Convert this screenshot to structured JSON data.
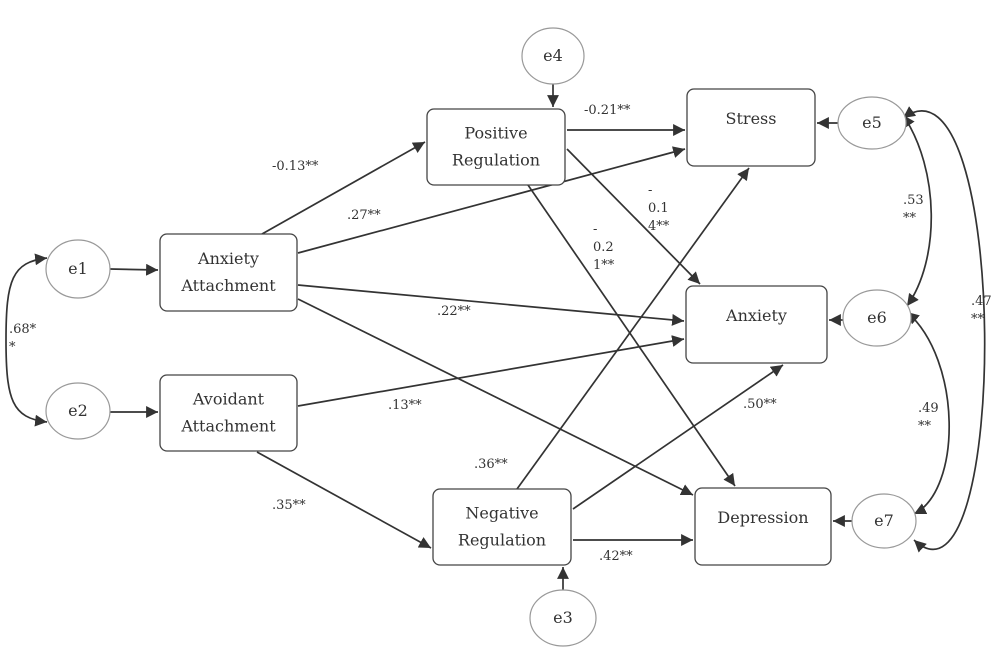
{
  "nodes": {
    "positive_regulation": [
      "Positive",
      "Regulation"
    ],
    "negative_regulation": [
      "Negative",
      "Regulation"
    ],
    "anxiety_attachment": [
      "Anxiety",
      "Attachment"
    ],
    "avoidant_attachment": [
      "Avoidant",
      "Attachment"
    ],
    "stress": [
      "Stress"
    ],
    "anxiety": [
      "Anxiety"
    ],
    "depression": [
      "Depression"
    ],
    "e1": [
      "e1"
    ],
    "e2": [
      "e2"
    ],
    "e3": [
      "e3"
    ],
    "e4": [
      "e4"
    ],
    "e5": [
      "e5"
    ],
    "e6": [
      "e6"
    ],
    "e7": [
      "e7"
    ]
  },
  "coefficients": {
    "anxatt_posreg": [
      "-0.13**"
    ],
    "anxatt_stress": [
      ".27**"
    ],
    "anxatt_anxiety": [
      ".22**"
    ],
    "posreg_stress": [
      "-0.21**"
    ],
    "posreg_anxiety": [
      "-",
      "0.1",
      "4**"
    ],
    "posreg_depression": [
      "-",
      "0.2",
      "1**"
    ],
    "avoidatt_anxiety": [
      ".13**"
    ],
    "avoidatt_negreg": [
      ".35**"
    ],
    "negreg_stress": [
      ".36**"
    ],
    "negreg_anxiety": [
      ".50**"
    ],
    "negreg_depression": [
      ".42**"
    ],
    "e1_e2": [
      ".68*",
      "*"
    ],
    "e5_e6": [
      ".53",
      "**"
    ],
    "e6_e7": [
      ".49",
      "**"
    ],
    "e5_e7": [
      ".47",
      "**"
    ]
  },
  "edges": [
    {
      "from": "e1",
      "to": "anxiety_attachment"
    },
    {
      "from": "e2",
      "to": "avoidant_attachment"
    },
    {
      "from": "e4",
      "to": "positive_regulation"
    },
    {
      "from": "e3",
      "to": "negative_regulation"
    },
    {
      "from": "e5",
      "to": "stress"
    },
    {
      "from": "e6",
      "to": "anxiety"
    },
    {
      "from": "e7",
      "to": "depression"
    },
    {
      "from": "anxiety_attachment",
      "to": "positive_regulation"
    },
    {
      "from": "anxiety_attachment",
      "to": "stress"
    },
    {
      "from": "anxiety_attachment",
      "to": "anxiety"
    },
    {
      "from": "anxiety_attachment",
      "to": "depression"
    },
    {
      "from": "avoidant_attachment",
      "to": "anxiety"
    },
    {
      "from": "avoidant_attachment",
      "to": "negative_regulation"
    },
    {
      "from": "positive_regulation",
      "to": "stress"
    },
    {
      "from": "positive_regulation",
      "to": "anxiety"
    },
    {
      "from": "positive_regulation",
      "to": "depression"
    },
    {
      "from": "negative_regulation",
      "to": "stress"
    },
    {
      "from": "negative_regulation",
      "to": "anxiety"
    },
    {
      "from": "negative_regulation",
      "to": "depression"
    },
    {
      "from": "e1",
      "to": "e2",
      "kind": "covariance"
    },
    {
      "from": "e5",
      "to": "e6",
      "kind": "covariance"
    },
    {
      "from": "e6",
      "to": "e7",
      "kind": "covariance"
    },
    {
      "from": "e5",
      "to": "e7",
      "kind": "covariance"
    }
  ]
}
